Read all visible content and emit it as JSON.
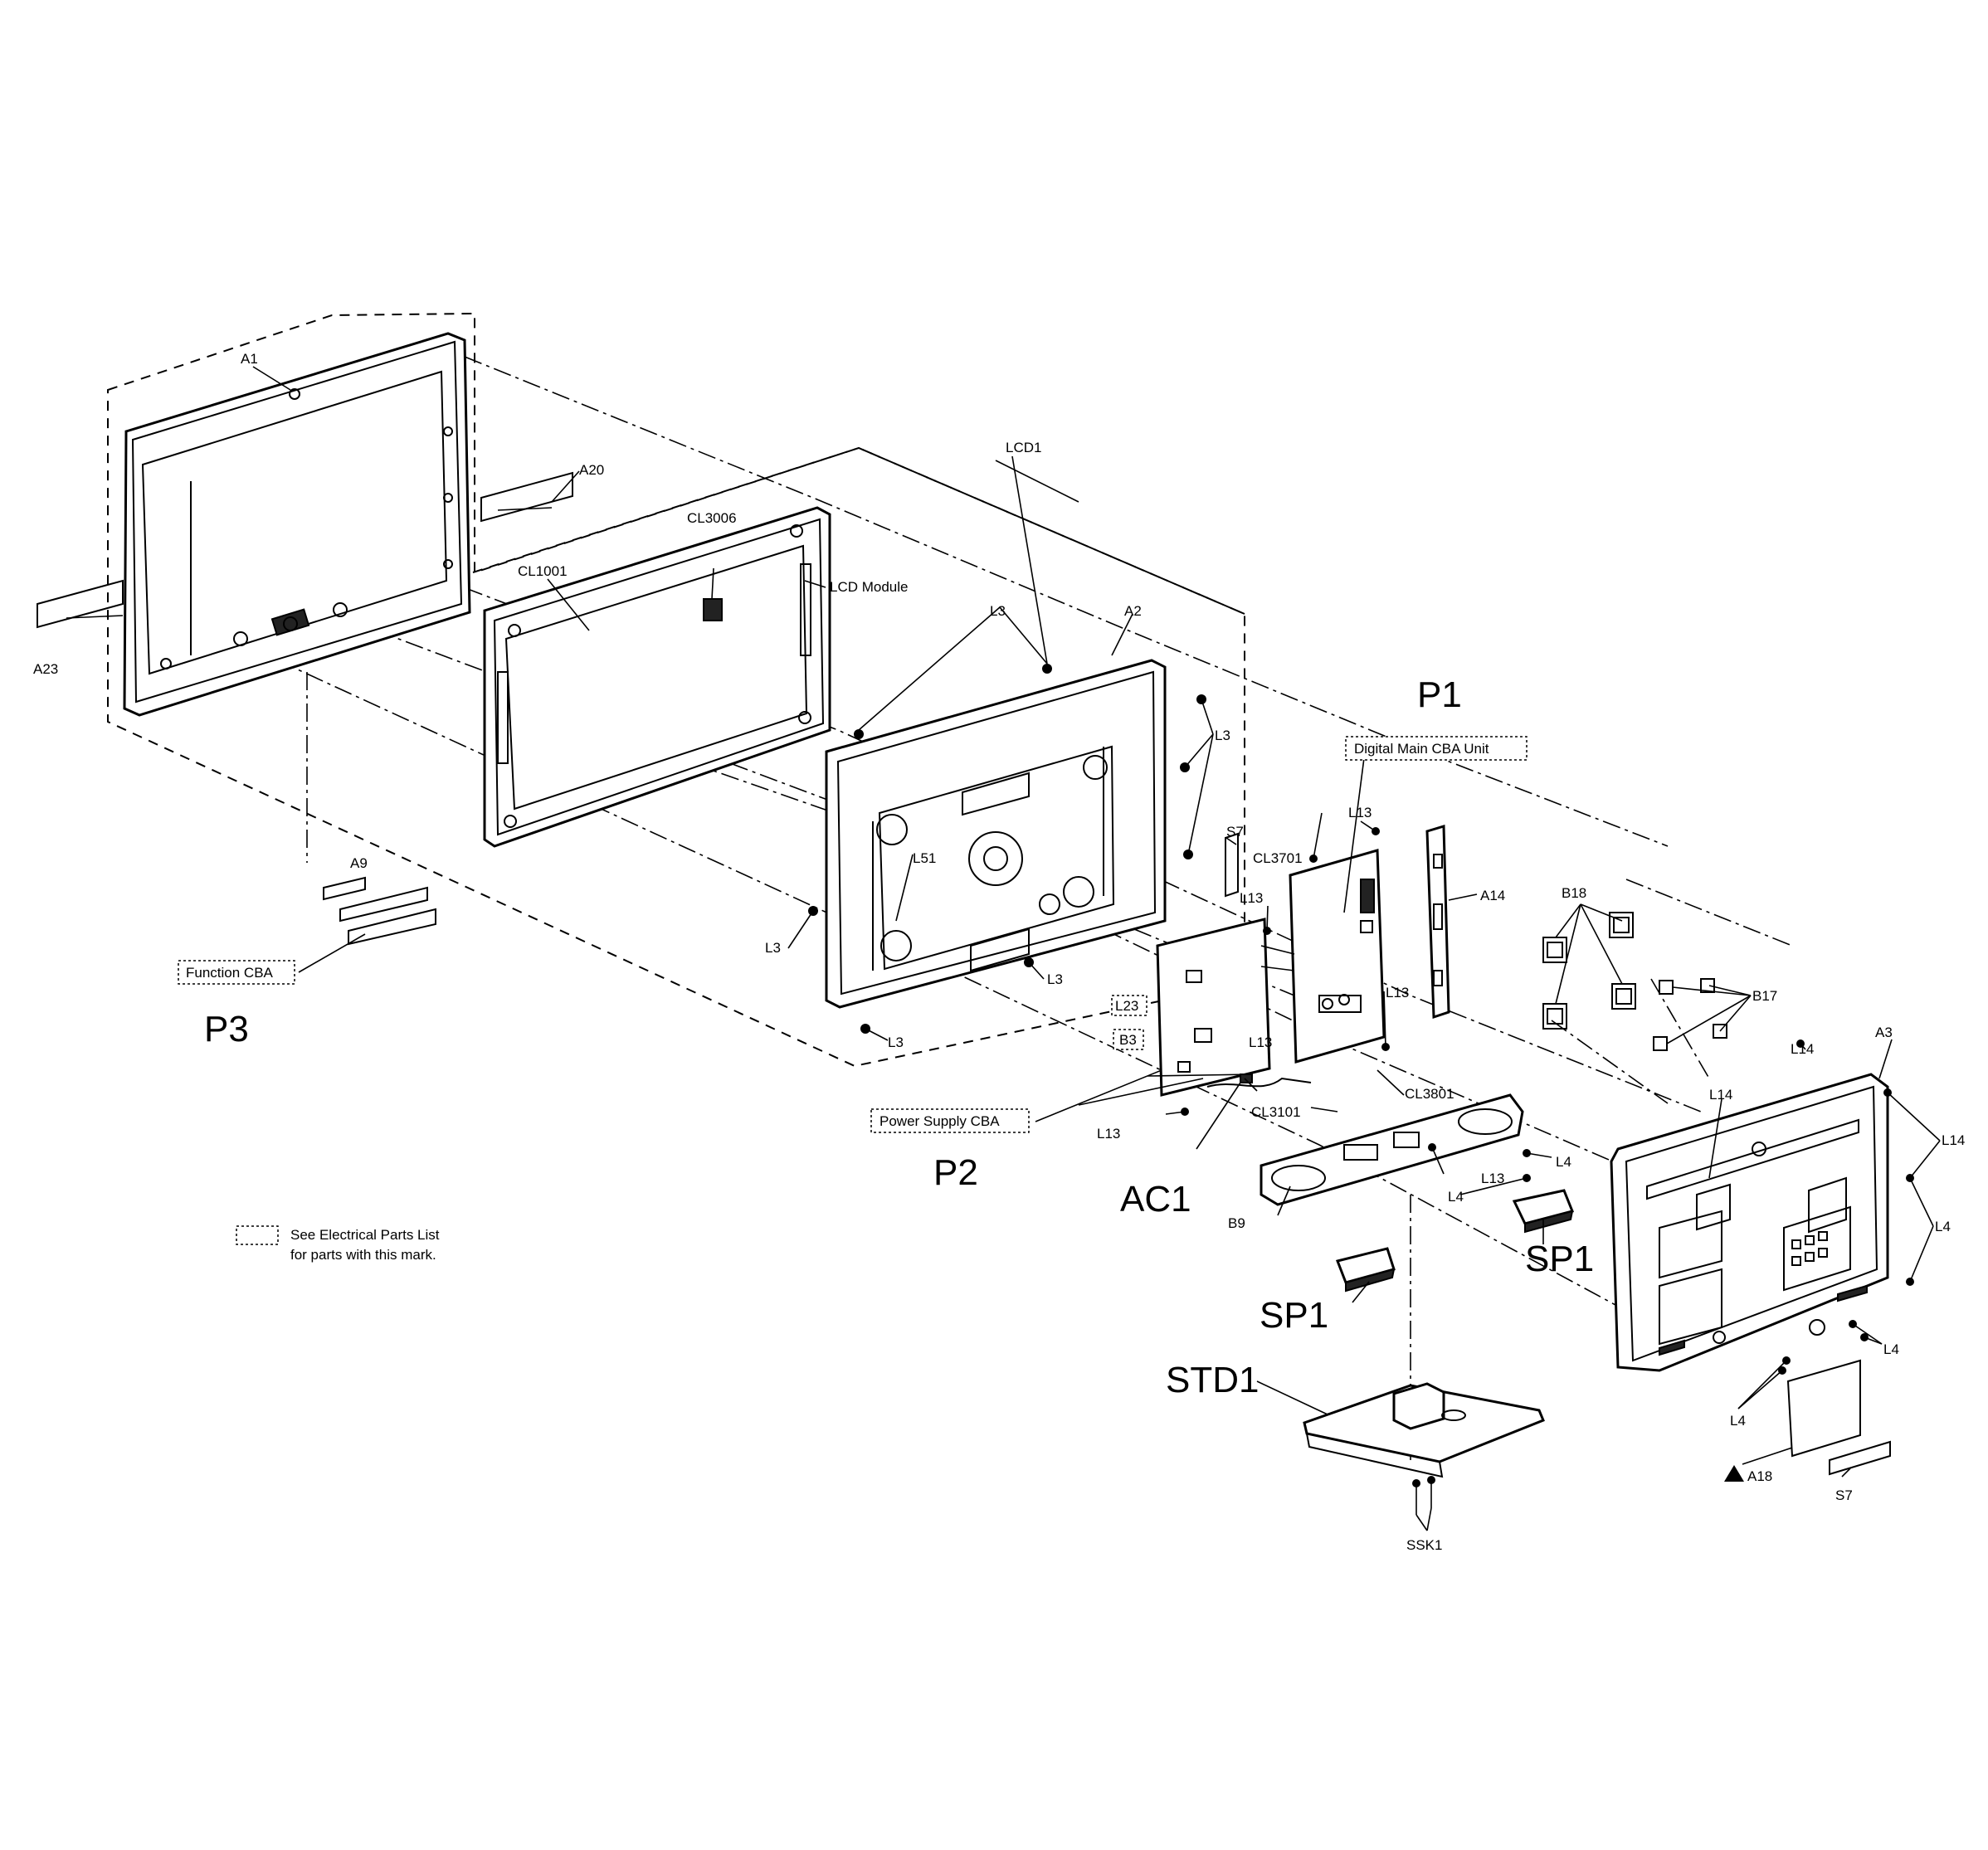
{
  "labels": {
    "a1": "A1",
    "a20": "A20",
    "a23": "A23",
    "lcd1": "LCD1",
    "cl3006": "CL3006",
    "cl1001": "CL1001",
    "lcd_module": "LCD Module",
    "l3_top": "L3",
    "a2": "A2",
    "l3_right": "L3",
    "l51": "L51",
    "l3_left": "L3",
    "l3_mid": "L3",
    "l3_bottom": "L3",
    "a9": "A9",
    "p1": "P1",
    "s7_top": "S7",
    "cl3701": "CL3701",
    "l13_top": "L13",
    "l13_left": "L13",
    "a14": "A14",
    "b18": "B18",
    "b17": "B17",
    "l13_mid": "L13",
    "l13_board": "L13",
    "cl3801": "CL3801",
    "cl3101": "CL3101",
    "l13_low": "L13",
    "l13_bracket": "L13",
    "l4_bracket_r": "L4",
    "l4_bracket_m": "L4",
    "l14_top": "L14",
    "a3": "A3",
    "l14_inner": "L14",
    "l14_right": "L14",
    "l4_right": "L4",
    "l4_low_right": "L4",
    "l4_bottom": "L4",
    "a18": "A18",
    "s7_bottom": "S7",
    "b9": "B9",
    "sp1_right": "SP1",
    "sp1_left": "SP1",
    "std1": "STD1",
    "ssk1": "SSK1",
    "p2": "P2",
    "p3": "P3",
    "ac1": "AC1"
  },
  "boxed_labels": {
    "digital_main": "Digital Main CBA Unit",
    "function_cba": "Function CBA",
    "power_supply": "Power Supply CBA",
    "l23": "L23",
    "b3": "B3"
  },
  "legend": {
    "line1": "See Electrical Parts List",
    "line2": "for parts with this mark."
  },
  "icons": {
    "warning": "warning-triangle-icon"
  }
}
